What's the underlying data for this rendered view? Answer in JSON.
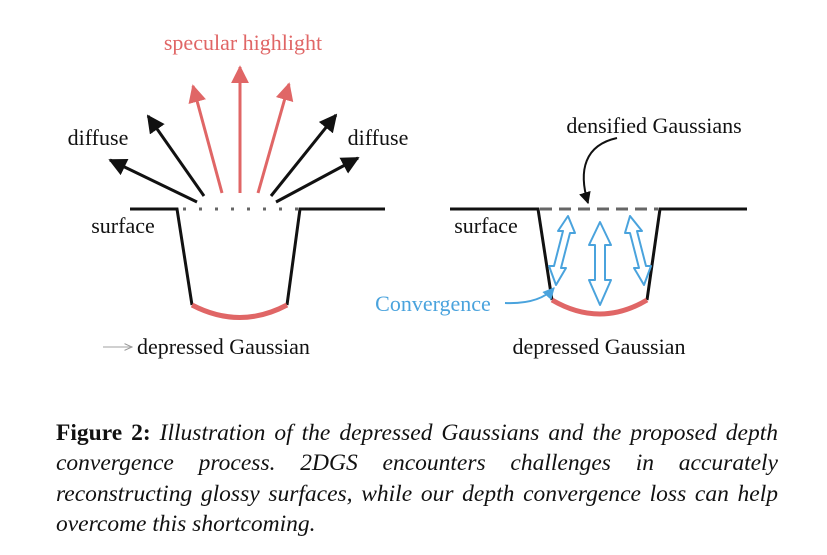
{
  "figure": {
    "left_panel": {
      "specular_label": "specular highlight",
      "diffuse_left_label": "diffuse",
      "diffuse_right_label": "diffuse",
      "surface_label": "surface",
      "bottom_label": "depressed Gaussian"
    },
    "right_panel": {
      "densified_label": "densified Gaussians",
      "surface_label": "surface",
      "convergence_label": "Convergence",
      "bottom_label": "depressed Gaussian"
    },
    "colors": {
      "specular": "#e06666",
      "convergence": "#4aa3dd",
      "line": "#111111",
      "dashed": "#666666"
    }
  },
  "caption": {
    "label": "Figure 2:",
    "text": "Illustration of the depressed Gaussians and the proposed depth convergence process. 2DGS encounters challenges in accurately reconstructing glossy surfaces, while our depth convergence loss can help overcome this shortcoming."
  }
}
